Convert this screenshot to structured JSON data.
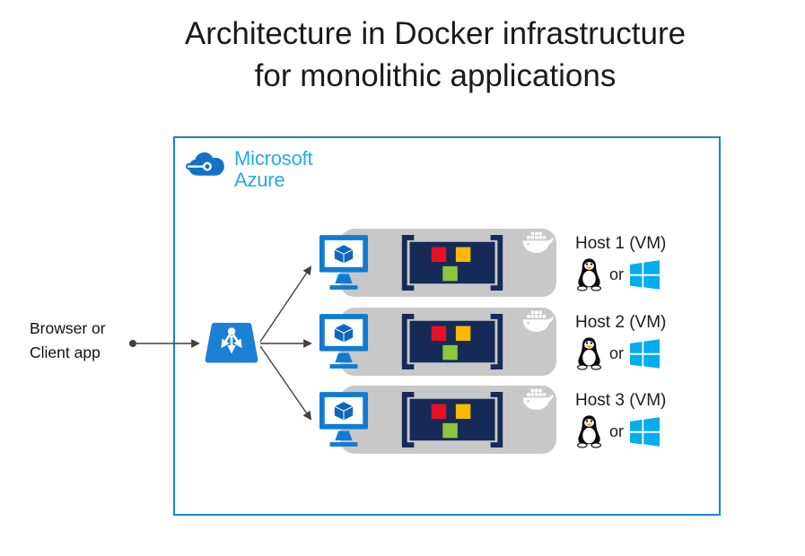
{
  "title": {
    "line1": "Architecture in Docker infrastructure",
    "line2": "for monolithic applications"
  },
  "azure": {
    "brand_line1": "Microsoft",
    "brand_line2": "Azure"
  },
  "client": {
    "line1": "Browser or",
    "line2": "Client app"
  },
  "rows": [
    {
      "host_label": "Host 1 (VM)",
      "os_separator": "or"
    },
    {
      "host_label": "Host 2 (VM)",
      "os_separator": "or"
    },
    {
      "host_label": "Host 3 (VM)",
      "os_separator": "or"
    }
  ],
  "icons": {
    "azure_cloud": "azure-cloud-icon",
    "load_balancer": "load-balancer-icon",
    "vm_monitor": "vm-monitor-icon",
    "container": "container-icon",
    "docker_whale": "docker-whale-icon",
    "linux_tux": "linux-tux-icon",
    "windows_logo": "windows-logo-icon"
  },
  "colors": {
    "box_border": "#1883d8",
    "azure_brand_text": "#2aa9e2",
    "azure_cloud_blue": "#1173c5",
    "monitor_blue": "#0f7cd4",
    "cube_blue": "#0e66be",
    "load_balancer_blue": "#1b7fd6",
    "host_gray": "#c8c8c8",
    "container_navy": "#152a56",
    "square_red": "#e81123",
    "square_yellow": "#ffb900",
    "square_green": "#8cc63e",
    "windows_cyan": "#00adef",
    "arrow_gray": "#3f3f3f",
    "tux_accent": "#f0a500",
    "docker_whale_white": "#ffffff"
  }
}
